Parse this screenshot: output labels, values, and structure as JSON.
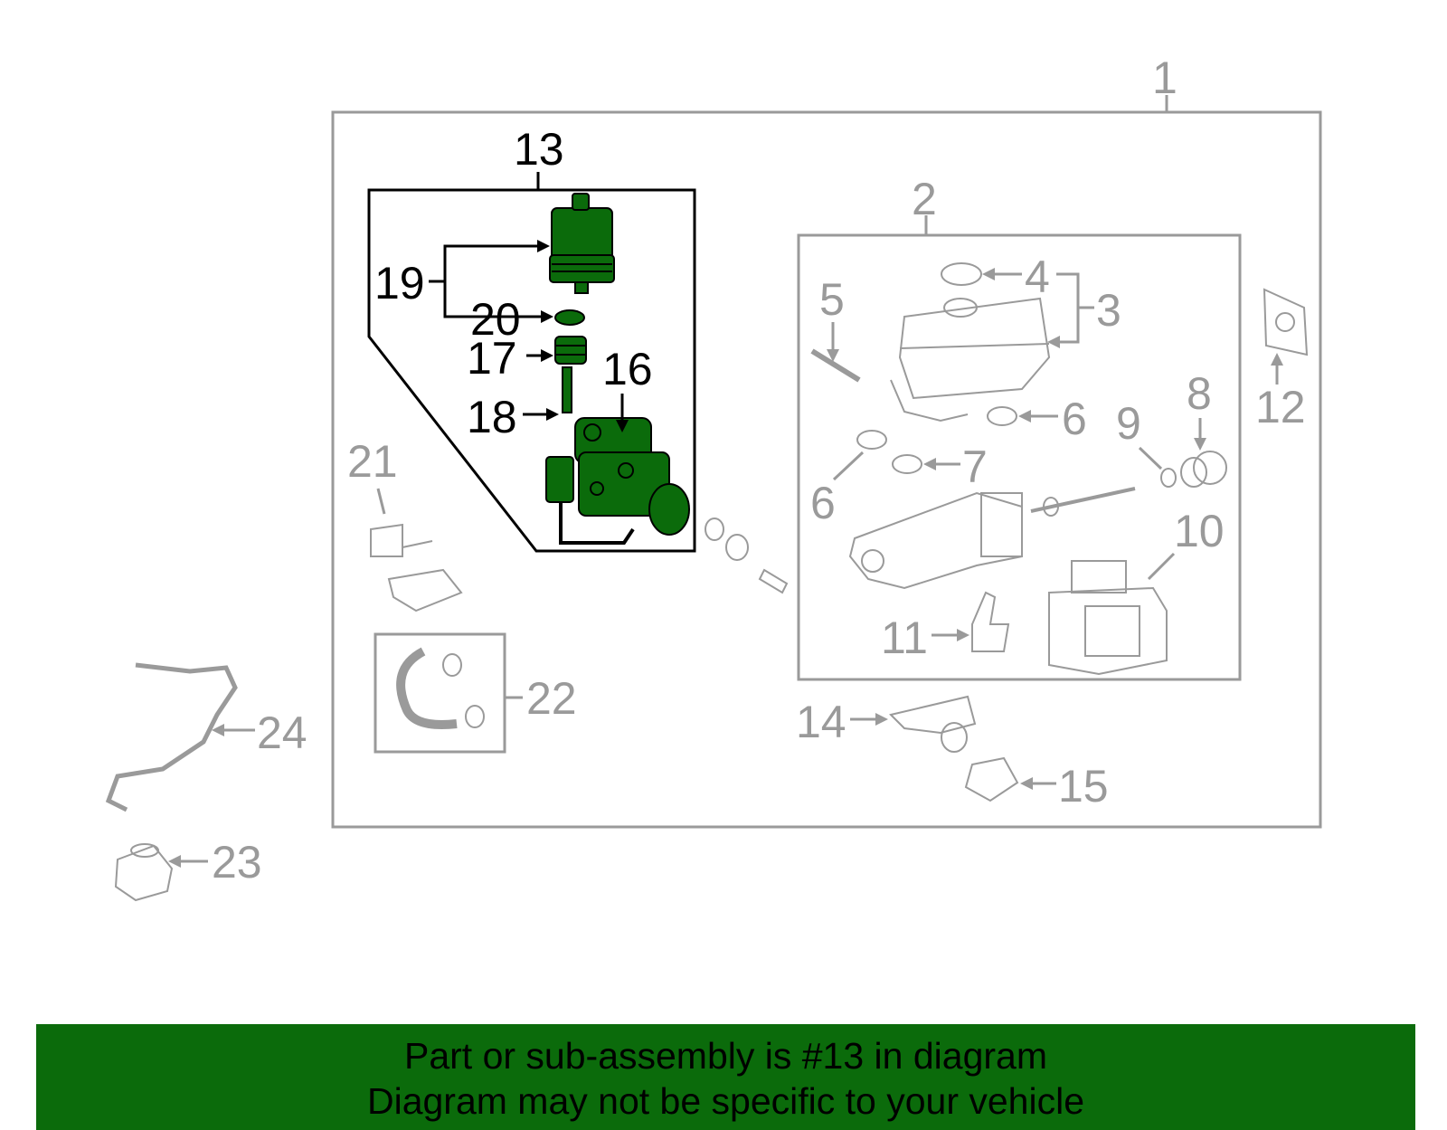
{
  "callouts": {
    "c1": "1",
    "c2": "2",
    "c3": "3",
    "c4": "4",
    "c5": "5",
    "c6a": "6",
    "c6b": "6",
    "c7": "7",
    "c8": "8",
    "c9": "9",
    "c10": "10",
    "c11": "11",
    "c12": "12",
    "c13": "13",
    "c14": "14",
    "c15": "15",
    "c16": "16",
    "c17": "17",
    "c18": "18",
    "c19": "19",
    "c20": "20",
    "c21": "21",
    "c22": "22",
    "c23": "23",
    "c24": "24"
  },
  "banner": {
    "line1": "Part or sub-assembly is #13 in diagram",
    "line2": "Diagram may not be specific to your vehicle"
  },
  "colors": {
    "highlight_part": "#0b6b0b",
    "outline_gray": "#9a9a9a",
    "outline_black": "#000000",
    "banner_bg": "#0b6b0b"
  }
}
